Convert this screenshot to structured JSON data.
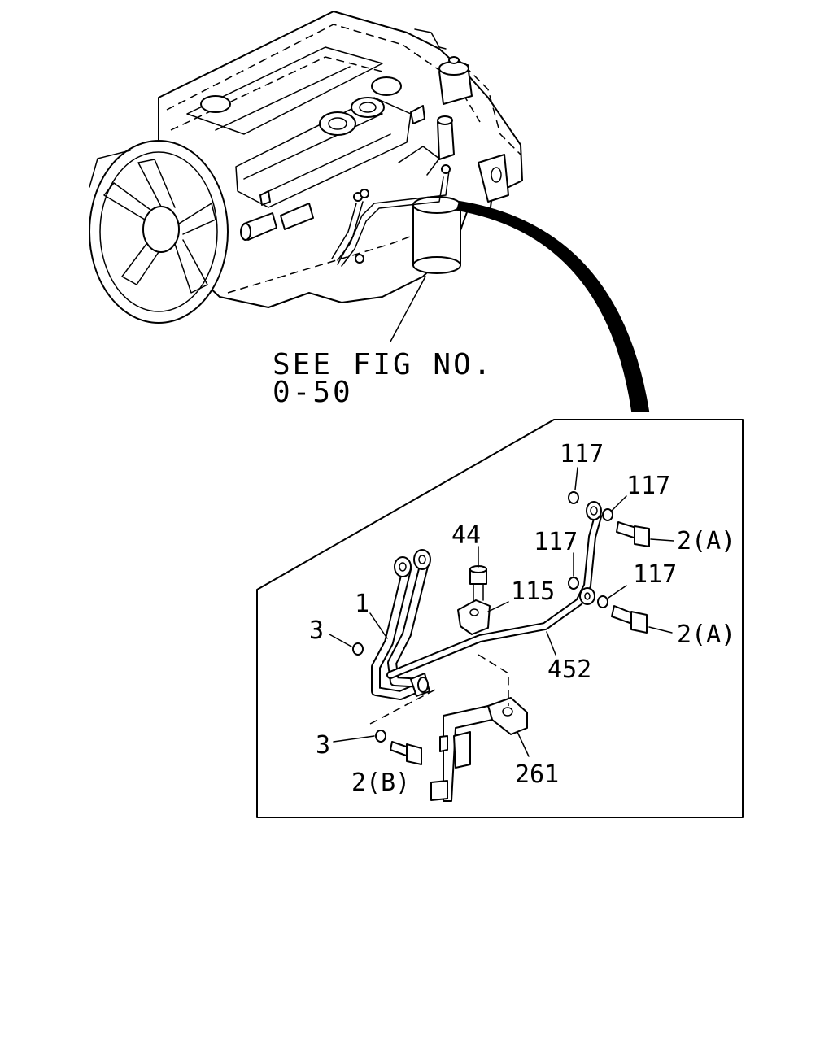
{
  "reference": {
    "line1": "SEE FIG NO.",
    "line2": "0-50"
  },
  "callouts": {
    "hose_1": "1",
    "washer_3_top": "3",
    "washer_3_bottom": "3",
    "bolt_2b": "2(B)",
    "bolt_44": "44",
    "clip_115": "115",
    "pipe_452": "452",
    "bracket_261": "261",
    "washer_117_a": "117",
    "washer_117_b": "117",
    "washer_117_c": "117",
    "washer_117_d": "117",
    "bolt_2a_top": "2(A)",
    "bolt_2a_bottom": "2(A)"
  }
}
